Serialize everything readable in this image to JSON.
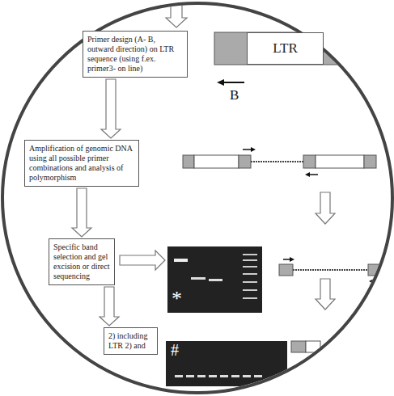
{
  "diagram": {
    "nodes": [
      {
        "text": [
          "Primer design (A- B, outward direction) on LTR sequence (using f.ex. primer3- on line)"
        ]
      },
      {
        "text": [
          "LTR"
        ]
      },
      {
        "text": [
          "Amplification of genomic DNA using all possible primer combinations and analysis of polymorphism"
        ]
      },
      {
        "text": [
          "Specific band selection and gel excision or direct sequencing"
        ]
      },
      {
        "text": [
          "2) including LTR 2) and"
        ]
      }
    ],
    "edges": [
      {
        "from": 0,
        "to": 2,
        "arrow": "to"
      },
      {
        "from": 2,
        "to": 3,
        "arrow": "to"
      },
      {
        "from": 3,
        "to": 4,
        "arrow": "to"
      }
    ],
    "labels": [
      "B",
      "*",
      "#"
    ]
  }
}
